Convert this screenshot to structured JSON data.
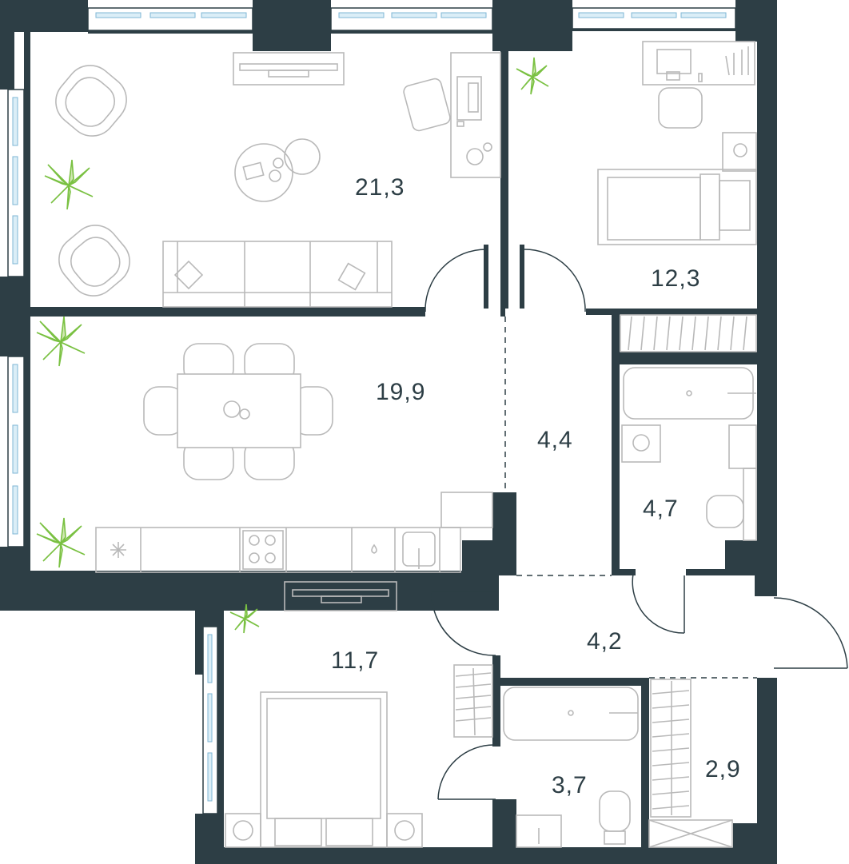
{
  "rooms": [
    {
      "id": "living",
      "label": "21,3"
    },
    {
      "id": "bedroom-top-right",
      "label": "12,3"
    },
    {
      "id": "kitchen-dining",
      "label": "19,9"
    },
    {
      "id": "corridor-upper",
      "label": "4,4"
    },
    {
      "id": "bathroom-upper",
      "label": "4,7"
    },
    {
      "id": "hall",
      "label": "4,2"
    },
    {
      "id": "bedroom-bottom-left",
      "label": "11,7"
    },
    {
      "id": "bathroom-lower",
      "label": "3,7"
    },
    {
      "id": "storage",
      "label": "2,9"
    }
  ],
  "colors": {
    "wall": "#2d3e45",
    "furniture": "#b9b9b9",
    "plant": "#7ac142",
    "window": "#7fb7d6"
  }
}
